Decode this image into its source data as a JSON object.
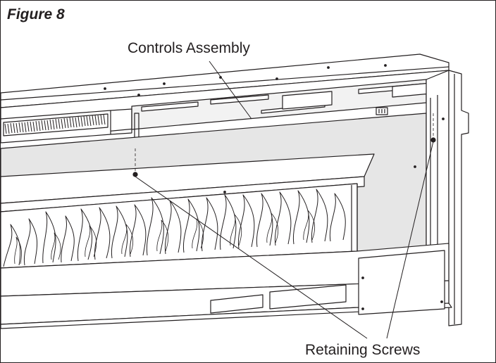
{
  "figure": {
    "title": "Figure 8",
    "callouts": {
      "controls_assembly": "Controls Assembly",
      "retaining_screws": "Retaining Screws"
    }
  },
  "colors": {
    "line": "#231f20",
    "panel_fill": "#e6e6e6",
    "light_fill": "#f2f2f2",
    "background": "#ffffff"
  }
}
